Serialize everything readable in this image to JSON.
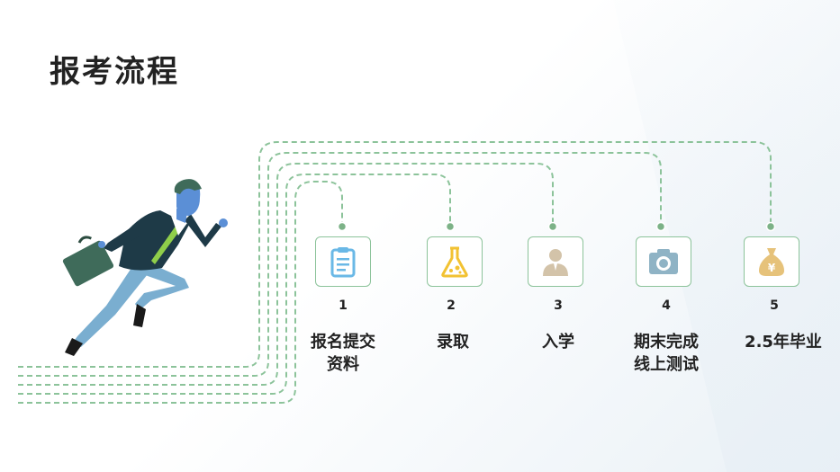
{
  "title": "报考流程",
  "steps": [
    {
      "num": "1",
      "label_line1": "报名提交",
      "label_line2": "资料",
      "icon": "clipboard-icon"
    },
    {
      "num": "2",
      "label_line1": "录取",
      "label_line2": "",
      "icon": "flask-icon"
    },
    {
      "num": "3",
      "label_line1": "入学",
      "label_line2": "",
      "icon": "person-icon"
    },
    {
      "num": "4",
      "label_line1": "期末完成",
      "label_line2": "线上测试",
      "icon": "camera-icon"
    },
    {
      "num": "5",
      "label_line1": "2.5年毕业",
      "label_line2": "",
      "icon": "money-bag-icon"
    }
  ],
  "colors": {
    "line": "#8cc39a",
    "dot": "#7cb287",
    "clipboard": "#6ab8e6",
    "flask": "#f2c232",
    "person": "#d3c3a9",
    "camera": "#8fb3c5",
    "bag": "#e6c27a"
  },
  "money_symbol": "¥"
}
